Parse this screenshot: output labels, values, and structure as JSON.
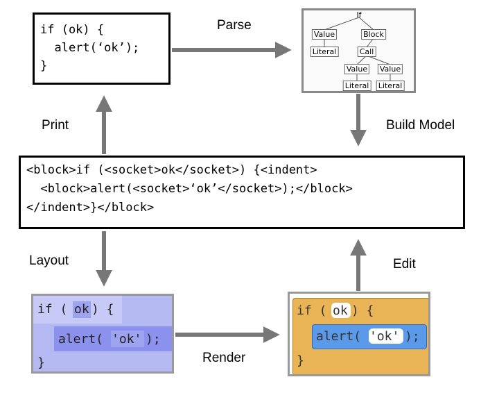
{
  "source_code": {
    "lines": [
      "if (ok) {",
      "  alert(‘ok’);",
      "}"
    ]
  },
  "markup": {
    "lines": [
      "<block>if (<socket>ok</socket>) {<indent>",
      "  <block>alert(<socket>‘ok’</socket>);</block>",
      "</indent>}</block>"
    ]
  },
  "tree": {
    "root": "If",
    "value": "Value",
    "literal": "Literal",
    "block": "Block",
    "call": "Call",
    "call_value_1": "Value",
    "call_value_2": "Value",
    "call_literal_1": "Literal",
    "call_literal_2": "Literal"
  },
  "edges": {
    "parse": "Parse",
    "build_model": "Build Model",
    "print": "Print",
    "layout": "Layout",
    "render": "Render",
    "edit": "Edit"
  },
  "layout_view": {
    "if_text": "if (",
    "if_socket": "ok",
    "if_close": ") {",
    "alert_text": "alert(",
    "alert_socket": "'ok'",
    "alert_close": ");",
    "end_brace": "}"
  },
  "render_view": {
    "if_text": "if (",
    "if_socket": "ok",
    "if_close": ") {",
    "alert_text": "alert(",
    "alert_socket": "'ok'",
    "alert_close": ");",
    "end_brace": "}"
  },
  "colors": {
    "arrow": "#777777",
    "layout_outer": "#b5b9f2",
    "layout_inner": "#8d91ee",
    "render_block_orange": "#e8b456",
    "render_block_blue": "#5a9ae8"
  }
}
